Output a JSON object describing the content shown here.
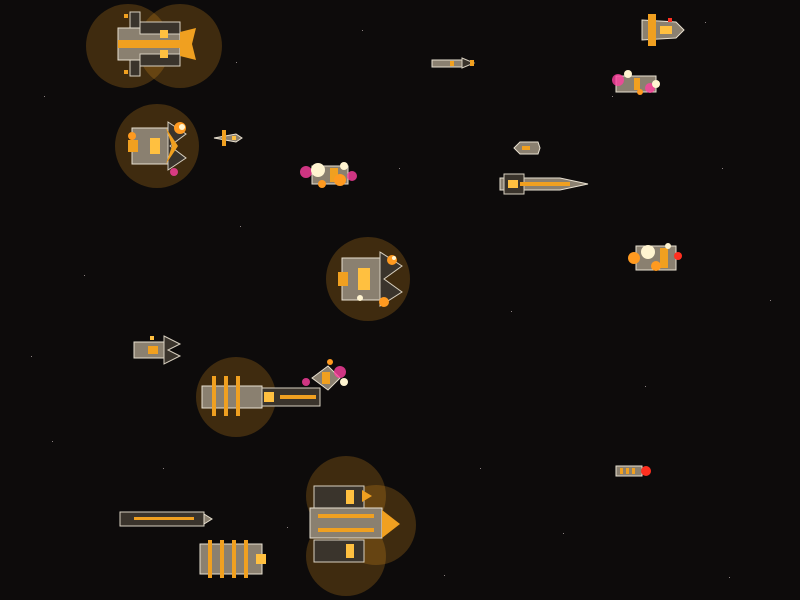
{
  "scene": {
    "background": "#0d0b0b",
    "accent": "#f0a020",
    "hull": "#8a8070",
    "shield_color": "#f0a020",
    "fire_colors": [
      "#fff4d0",
      "#ff9a20",
      "#ff40a0",
      "#ff3020"
    ]
  },
  "ships": [
    {
      "id": "dreadnought-top-left",
      "icon": "winged-carrier-icon",
      "shielded": true,
      "burning": false
    },
    {
      "id": "cruiser-left-burning",
      "icon": "horned-cruiser-icon",
      "shielded": true,
      "burning": true
    },
    {
      "id": "fighter-small-left",
      "icon": "fighter-icon",
      "shielded": false,
      "burning": false
    },
    {
      "id": "ship-burning-center-left",
      "icon": "burning-wreck-icon",
      "shielded": false,
      "burning": true
    },
    {
      "id": "torpedo-top-center",
      "icon": "torpedo-icon",
      "shielded": false,
      "burning": false
    },
    {
      "id": "pod-center",
      "icon": "escape-pod-icon",
      "shielded": false,
      "burning": false
    },
    {
      "id": "lance-ship-center",
      "icon": "lance-ship-icon",
      "shielded": false,
      "burning": false
    },
    {
      "id": "fighter-top-right",
      "icon": "fighter-icon",
      "shielded": false,
      "burning": false
    },
    {
      "id": "ship-burning-top-right",
      "icon": "burning-wreck-icon",
      "shielded": false,
      "burning": true
    },
    {
      "id": "ship-burning-right",
      "icon": "burning-wreck-icon",
      "shielded": false,
      "burning": true
    },
    {
      "id": "cruiser-center-shielded",
      "icon": "horned-cruiser-icon",
      "shielded": true,
      "burning": true
    },
    {
      "id": "frigate-left",
      "icon": "frigate-icon",
      "shielded": false,
      "burning": false
    },
    {
      "id": "battleship-shielded-left",
      "icon": "spined-battleship-icon",
      "shielded": true,
      "burning": false
    },
    {
      "id": "frigate-burning-center",
      "icon": "burning-frigate-icon",
      "shielded": false,
      "burning": true
    },
    {
      "id": "tube-ship-right",
      "icon": "tube-ship-icon",
      "shielded": false,
      "burning": true
    },
    {
      "id": "barge-bottom-left",
      "icon": "barge-icon",
      "shielded": false,
      "burning": false
    },
    {
      "id": "cage-ship-bottom",
      "icon": "cage-ship-icon",
      "shielded": false,
      "burning": false
    },
    {
      "id": "carrier-bottom-shielded",
      "icon": "twin-carrier-icon",
      "shielded": true,
      "burning": false
    }
  ]
}
